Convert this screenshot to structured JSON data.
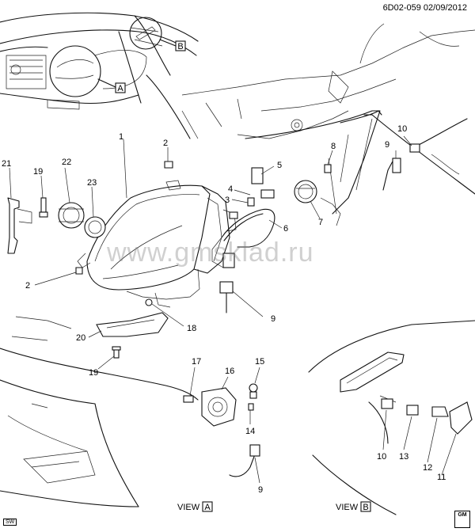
{
  "header": {
    "code_date": "6D02-059  02/09/2012"
  },
  "watermark": "www.gmsklad.ru",
  "badges": {
    "sw": "SW",
    "gm": "GM"
  },
  "view_labels": {
    "view_a": "VIEW",
    "view_a_letter": "A",
    "view_b": "VIEW",
    "view_b_letter": "B"
  },
  "callout_letters": {
    "a": "A",
    "b": "B"
  },
  "callouts": {
    "c1": "1",
    "c2a": "2",
    "c2b": "2",
    "c3": "3",
    "c4": "4",
    "c5": "5",
    "c6": "6",
    "c7": "7",
    "c8": "8",
    "c9a": "9",
    "c9b": "9",
    "c9c": "9",
    "c10a": "10",
    "c10b": "10",
    "c11": "11",
    "c12": "12",
    "c13": "13",
    "c14": "14",
    "c15": "15",
    "c16": "16",
    "c17": "17",
    "c18": "18",
    "c19a": "19",
    "c19b": "19",
    "c20": "20",
    "c21": "21",
    "c22": "22",
    "c23": "23"
  }
}
